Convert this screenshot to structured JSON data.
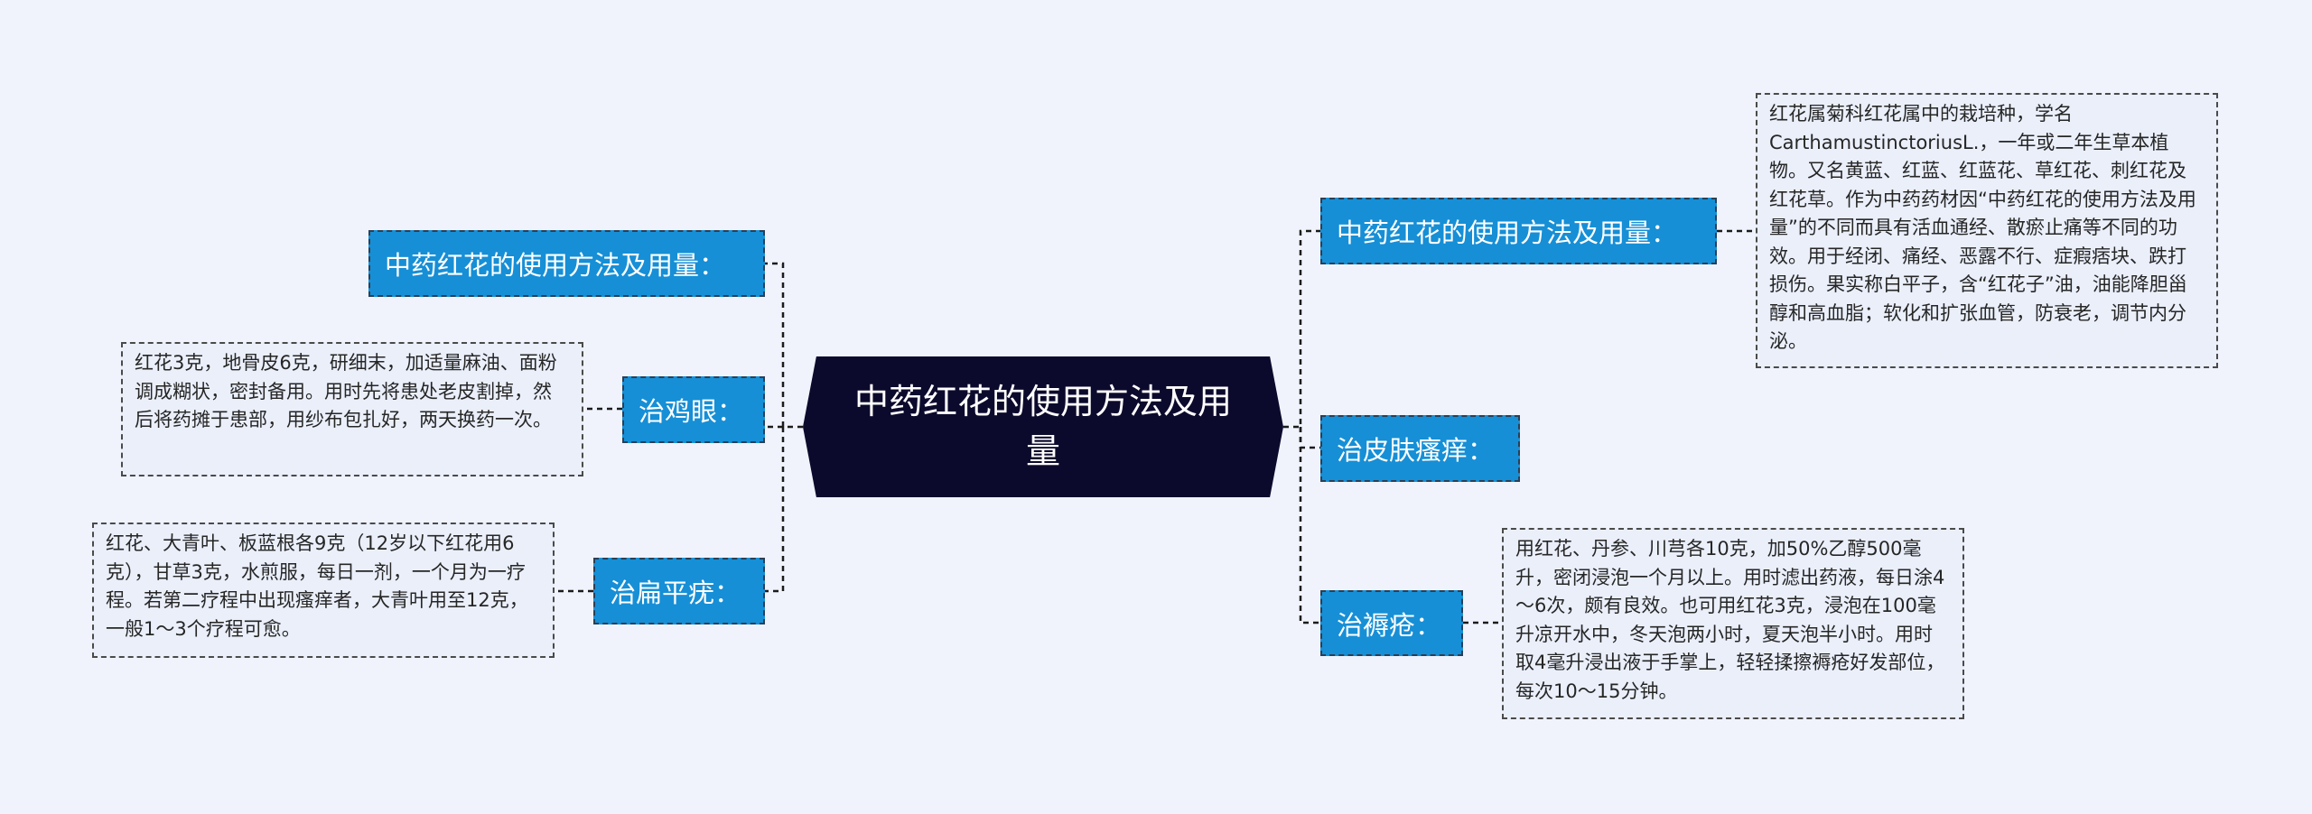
{
  "root": {
    "label": "中药红花的使用方法及用量"
  },
  "left": [
    {
      "label": "中药红花的使用方法及用量："
    },
    {
      "label": "治鸡眼：",
      "note": "红花3克，地骨皮6克，研细末，加适量麻油、面粉调成糊状，密封备用。用时先将患处老皮割掉，然后将药摊于患部，用纱布包扎好，两天换药一次。"
    },
    {
      "label": "治扁平疣：",
      "note": "红花、大青叶、板蓝根各9克（12岁以下红花用6克），甘草3克，水煎服，每日一剂，一个月为一疗程。若第二疗程中出现瘙痒者，大青叶用至12克，一般1～3个疗程可愈。"
    }
  ],
  "right": [
    {
      "label": "中药红花的使用方法及用量：",
      "note": "红花属菊科红花属中的栽培种，学名CarthamustinctoriusL.，一年或二年生草本植物。又名黄蓝、红蓝、红蓝花、草红花、刺红花及红花草。作为中药药材因“中药红花的使用方法及用量”的不同而具有活血通经、散瘀止痛等不同的功效。用于经闭、痛经、恶露不行、症瘕痞块、跌打损伤。果实称白平子，含“红花子”油，油能降胆甾醇和高血脂；软化和扩张血管，防衰老，调节内分泌。"
    },
    {
      "label": "治皮肤瘙痒："
    },
    {
      "label": "治褥疮：",
      "note": "用红花、丹参、川芎各10克，加50%乙醇500毫升，密闭浸泡一个月以上。用时滤出药液，每日涂4～6次，颇有良效。也可用红花3克，浸泡在100毫升凉开水中，冬天泡两小时，夏天泡半小时。用时取4毫升浸出液于手掌上，轻轻揉擦褥疮好发部位，每次10～15分钟。"
    }
  ]
}
